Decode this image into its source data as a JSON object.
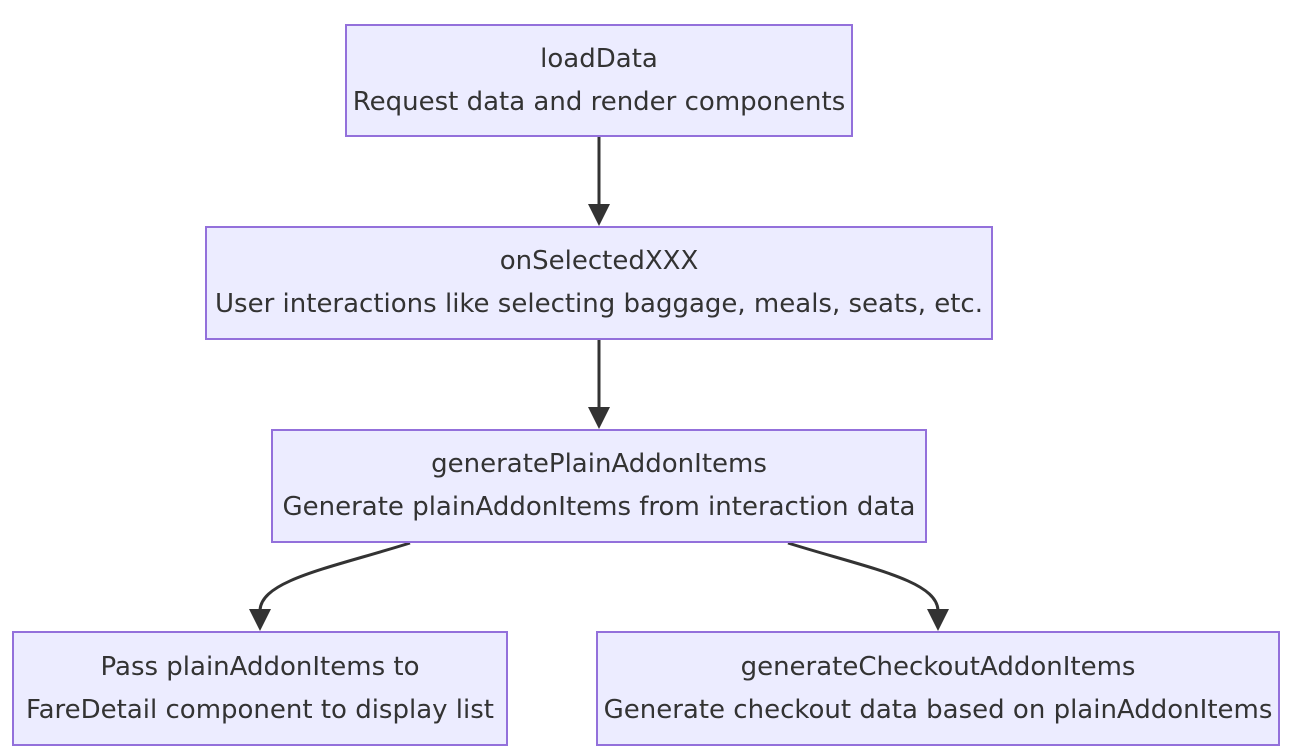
{
  "diagram": {
    "type": "flowchart",
    "direction": "top-down",
    "colors": {
      "node_fill": "#ececff",
      "node_border": "#9370db",
      "edge": "#333333",
      "text": "#333333"
    },
    "nodes": {
      "load_data": {
        "title": "loadData",
        "description": "Request data and render components"
      },
      "on_selected": {
        "title": "onSelectedXXX",
        "description": "User interactions like selecting baggage, meals, seats, etc."
      },
      "generate_plain": {
        "title": "generatePlainAddonItems",
        "description": "Generate plainAddonItems from interaction data"
      },
      "pass_plain": {
        "line1": "Pass plainAddonItems to",
        "line2": "FareDetail component to display list"
      },
      "generate_checkout": {
        "title": "generateCheckoutAddonItems",
        "description": "Generate checkout data based on plainAddonItems"
      }
    },
    "edges": [
      {
        "from": "load_data",
        "to": "on_selected"
      },
      {
        "from": "on_selected",
        "to": "generate_plain"
      },
      {
        "from": "generate_plain",
        "to": "pass_plain"
      },
      {
        "from": "generate_plain",
        "to": "generate_checkout"
      }
    ]
  }
}
